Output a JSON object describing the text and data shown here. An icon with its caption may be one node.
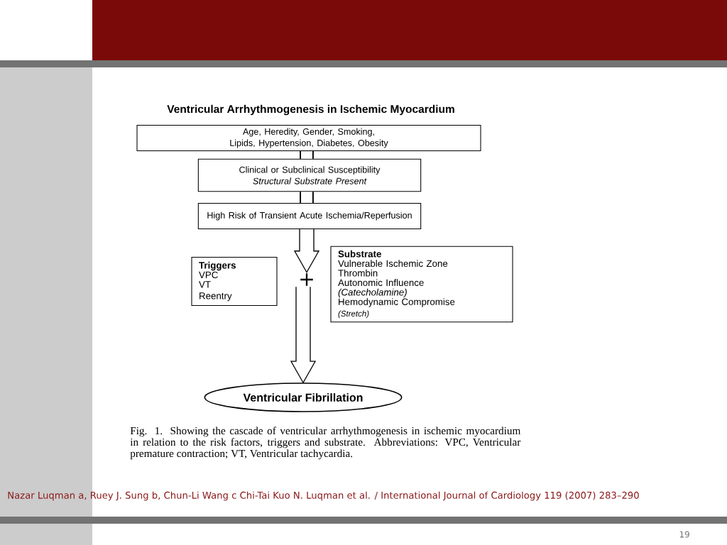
{
  "diagram": {
    "title": "Ventricular Arrhythmogenesis in Ischemic Myocardium",
    "caption": "Fig. 1. Showing the cascade of ventricular arrhythmogenesis in ischemic myocardium in relation to the risk factors, triggers and substrate. Abbreviations: VPC, Ventricular premature contraction; VT, Ventricular tachycardia.",
    "nodes": [
      {
        "text": [
          "Age, Heredity, Gender, Smoking, Lipids, Hypertension, Diabetes, Obesity"
        ]
      },
      {
        "text": [
          "Clinical or Subclinical Susceptibility",
          "Structural Substrate Present"
        ]
      },
      {
        "text": [
          "High Risk of Transient Acute Ischemia/Reperfusion"
        ]
      },
      {
        "text": [
          "Triggers",
          "VPC",
          "VT",
          "Reentry"
        ]
      },
      {
        "text": [
          "Substrate",
          "Vulnerable Ischemic Zone",
          "Thrombin",
          "Autonomic Influence",
          "(Catecholamine)",
          "Hemodynamic Compromise",
          "(Stretch)"
        ]
      },
      {
        "text": [
          "Ventricular Fibrillation"
        ]
      },
      {
        "text": [
          "+"
        ]
      }
    ],
    "edges": [
      {
        "from": 0,
        "to": 1,
        "arrow": "none"
      },
      {
        "from": 1,
        "to": 2,
        "arrow": "none"
      },
      {
        "from": 2,
        "to": 6,
        "arrow": "to"
      },
      {
        "from": 6,
        "to": 5,
        "arrow": "to"
      }
    ],
    "labels": [
      "Nazar Luqman a, Ruey J. Sung b, Chun-Li Wang c Chi-Tai Kuo N. Luqman et al. / International Journal of Cardiology 119 (2007) 283–290",
      "19"
    ]
  }
}
